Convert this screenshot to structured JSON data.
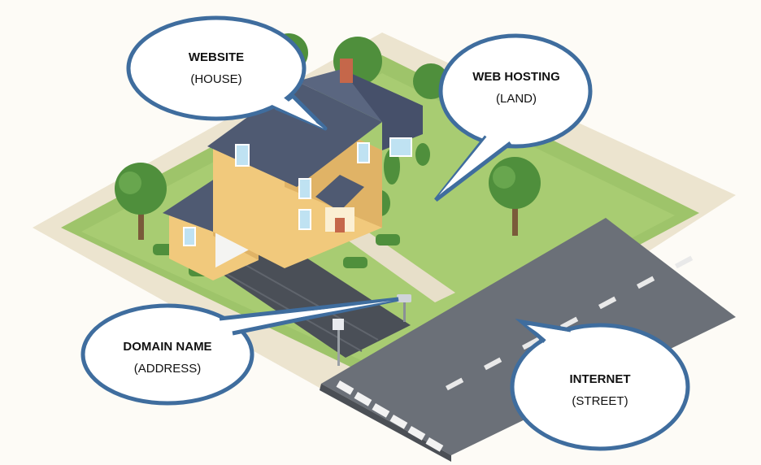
{
  "labels": {
    "website": {
      "title": "WEBSITE",
      "subtitle": "(HOUSE)"
    },
    "web_hosting": {
      "title": "WEB HOSTING",
      "subtitle": "(LAND)"
    },
    "domain_name": {
      "title": "DOMAIN NAME",
      "subtitle": "(ADDRESS)"
    },
    "internet": {
      "title": "INTERNET",
      "subtitle": "(STREET)"
    }
  },
  "colors": {
    "bubble_border": "#3f6d9e",
    "lawn": "#9ec46a",
    "road": "#6b7078",
    "house_wall": "#f1c97c",
    "roof": "#4f5a72"
  }
}
